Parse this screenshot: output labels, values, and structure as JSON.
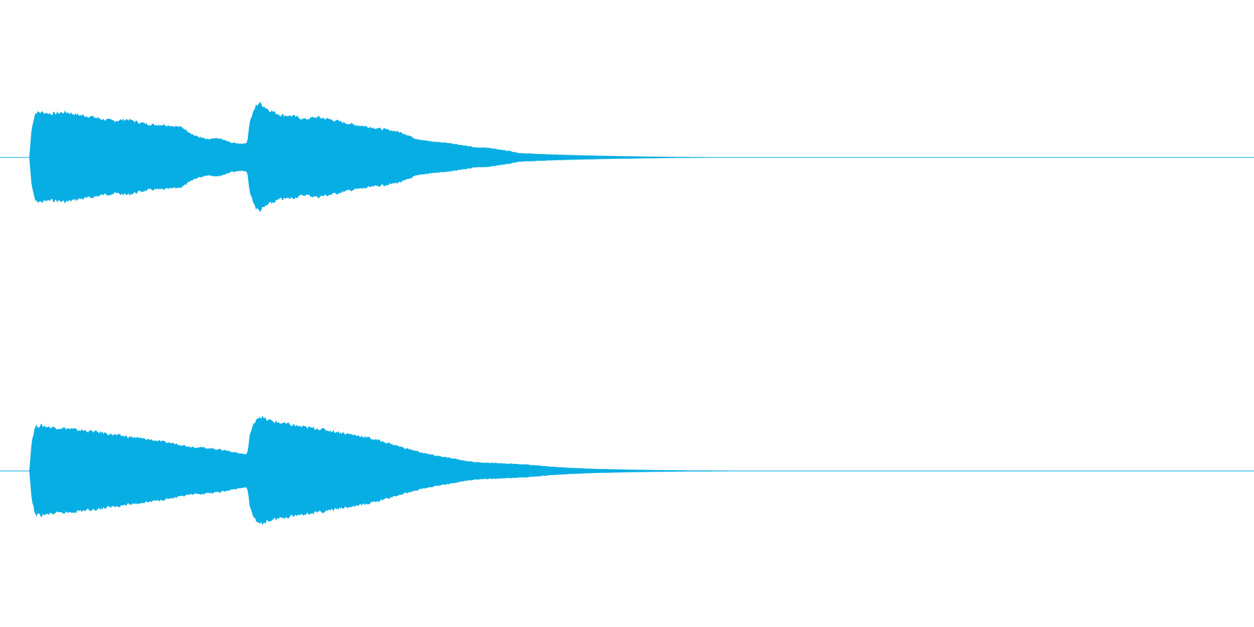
{
  "waveform": {
    "color": "#06aee4",
    "channels": [
      {
        "name": "",
        "envelope": [
          [
            0.0,
            0.0
          ],
          [
            0.002,
            0.55
          ],
          [
            0.005,
            0.82
          ],
          [
            0.01,
            0.83
          ],
          [
            0.018,
            0.8
          ],
          [
            0.03,
            0.83
          ],
          [
            0.04,
            0.78
          ],
          [
            0.05,
            0.75
          ],
          [
            0.06,
            0.7
          ],
          [
            0.07,
            0.67
          ],
          [
            0.08,
            0.7
          ],
          [
            0.09,
            0.64
          ],
          [
            0.1,
            0.6
          ],
          [
            0.11,
            0.6
          ],
          [
            0.12,
            0.57
          ],
          [
            0.125,
            0.55
          ],
          [
            0.135,
            0.4
          ],
          [
            0.145,
            0.33
          ],
          [
            0.155,
            0.35
          ],
          [
            0.165,
            0.27
          ],
          [
            0.175,
            0.25
          ],
          [
            0.178,
            0.28
          ],
          [
            0.18,
            0.65
          ],
          [
            0.185,
            0.95
          ],
          [
            0.188,
            1.0
          ],
          [
            0.195,
            0.88
          ],
          [
            0.205,
            0.78
          ],
          [
            0.215,
            0.76
          ],
          [
            0.225,
            0.7
          ],
          [
            0.235,
            0.74
          ],
          [
            0.245,
            0.7
          ],
          [
            0.255,
            0.65
          ],
          [
            0.265,
            0.6
          ],
          [
            0.275,
            0.57
          ],
          [
            0.285,
            0.53
          ],
          [
            0.295,
            0.5
          ],
          [
            0.305,
            0.45
          ],
          [
            0.315,
            0.35
          ],
          [
            0.325,
            0.3
          ],
          [
            0.335,
            0.28
          ],
          [
            0.345,
            0.26
          ],
          [
            0.355,
            0.22
          ],
          [
            0.365,
            0.18
          ],
          [
            0.375,
            0.18
          ],
          [
            0.385,
            0.14
          ],
          [
            0.392,
            0.12
          ],
          [
            0.4,
            0.08
          ],
          [
            0.42,
            0.06
          ],
          [
            0.44,
            0.045
          ],
          [
            0.46,
            0.035
          ],
          [
            0.48,
            0.025
          ],
          [
            0.5,
            0.018
          ],
          [
            0.52,
            0.012
          ],
          [
            0.54,
            0.008
          ],
          [
            0.56,
            0.006
          ],
          [
            0.575,
            0.004
          ],
          [
            0.585,
            0.0
          ],
          [
            1.0,
            0.0
          ]
        ]
      },
      {
        "name": "",
        "envelope": [
          [
            0.0,
            0.0
          ],
          [
            0.002,
            0.55
          ],
          [
            0.005,
            0.82
          ],
          [
            0.01,
            0.83
          ],
          [
            0.018,
            0.8
          ],
          [
            0.03,
            0.78
          ],
          [
            0.04,
            0.75
          ],
          [
            0.05,
            0.73
          ],
          [
            0.06,
            0.7
          ],
          [
            0.07,
            0.66
          ],
          [
            0.08,
            0.63
          ],
          [
            0.09,
            0.6
          ],
          [
            0.1,
            0.57
          ],
          [
            0.11,
            0.53
          ],
          [
            0.12,
            0.5
          ],
          [
            0.13,
            0.45
          ],
          [
            0.14,
            0.43
          ],
          [
            0.15,
            0.41
          ],
          [
            0.16,
            0.38
          ],
          [
            0.17,
            0.33
          ],
          [
            0.178,
            0.3
          ],
          [
            0.18,
            0.66
          ],
          [
            0.185,
            0.95
          ],
          [
            0.188,
            1.0
          ],
          [
            0.195,
            0.93
          ],
          [
            0.205,
            0.88
          ],
          [
            0.215,
            0.84
          ],
          [
            0.225,
            0.8
          ],
          [
            0.235,
            0.78
          ],
          [
            0.245,
            0.74
          ],
          [
            0.255,
            0.7
          ],
          [
            0.265,
            0.66
          ],
          [
            0.275,
            0.62
          ],
          [
            0.285,
            0.56
          ],
          [
            0.295,
            0.5
          ],
          [
            0.305,
            0.43
          ],
          [
            0.315,
            0.37
          ],
          [
            0.325,
            0.31
          ],
          [
            0.335,
            0.27
          ],
          [
            0.345,
            0.23
          ],
          [
            0.355,
            0.19
          ],
          [
            0.365,
            0.16
          ],
          [
            0.375,
            0.15
          ],
          [
            0.385,
            0.14
          ],
          [
            0.395,
            0.13
          ],
          [
            0.405,
            0.12
          ],
          [
            0.415,
            0.1
          ],
          [
            0.425,
            0.08
          ],
          [
            0.44,
            0.06
          ],
          [
            0.46,
            0.04
          ],
          [
            0.48,
            0.03
          ],
          [
            0.5,
            0.02
          ],
          [
            0.52,
            0.014
          ],
          [
            0.54,
            0.01
          ],
          [
            0.56,
            0.008
          ],
          [
            0.58,
            0.006
          ],
          [
            0.592,
            0.003
          ],
          [
            0.6,
            0.0
          ],
          [
            1.0,
            0.0
          ]
        ]
      }
    ]
  }
}
